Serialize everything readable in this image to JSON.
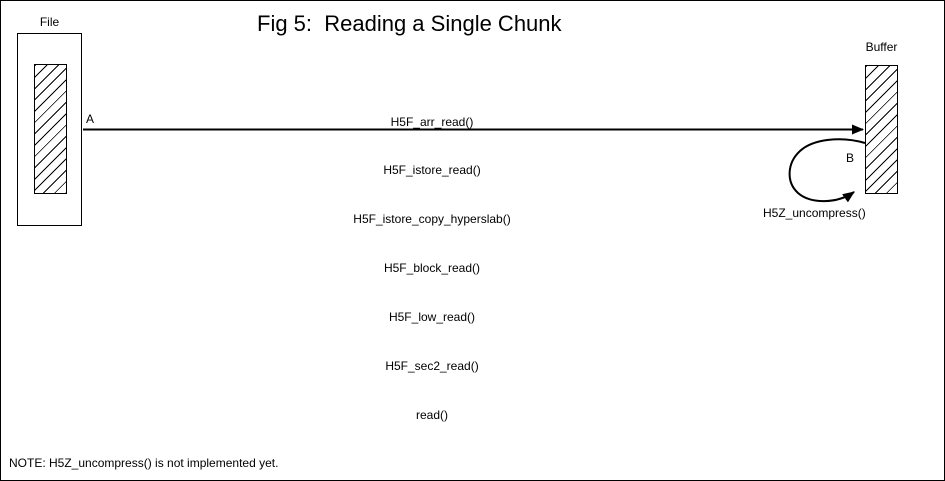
{
  "title": "Fig 5:  Reading a Single Chunk",
  "file": {
    "label": "File"
  },
  "buffer": {
    "label": "Buffer"
  },
  "arrow_a": {
    "label": "A"
  },
  "arrow_b": {
    "label": "B",
    "caption": "H5Z_uncompress()"
  },
  "call_stack": [
    "H5F_arr_read()",
    "H5F_istore_read()",
    "H5F_istore_copy_hyperslab()",
    "H5F_block_read()",
    "H5F_low_read()",
    "H5F_sec2_read()",
    "read()"
  ],
  "note": "NOTE: H5Z_uncompress() is not implemented yet.",
  "colors": {
    "ink": "#000000",
    "background": "#ffffff"
  }
}
